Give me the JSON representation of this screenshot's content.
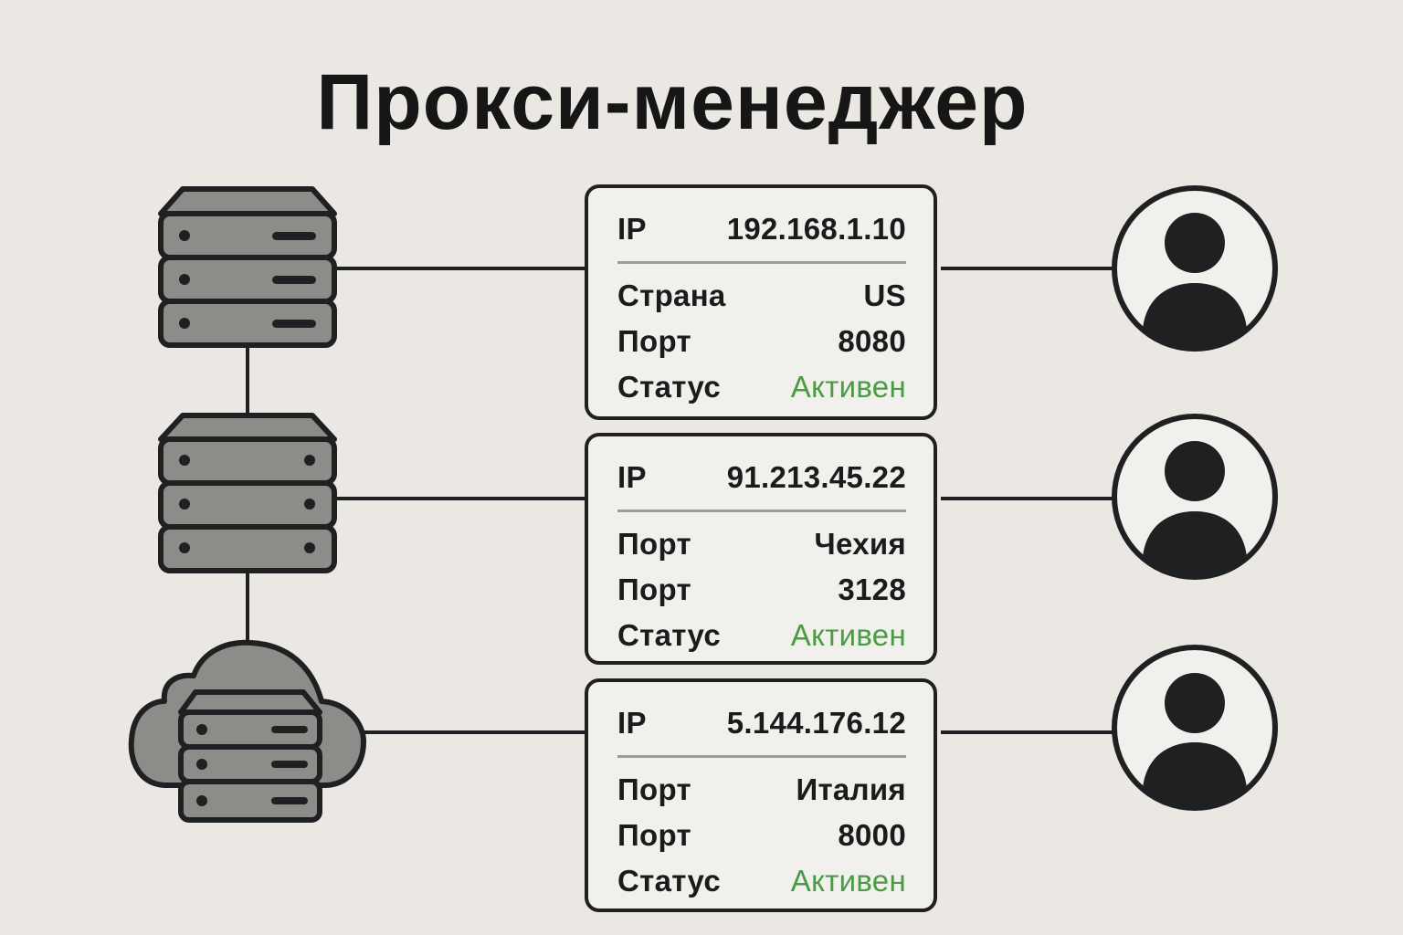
{
  "title": "Прокси-менеджер",
  "colors": {
    "background": "#ebe8e4",
    "card_fill": "#f2f0ec",
    "stroke": "#1f2022",
    "server_fill": "#8d8c88",
    "status_active": "#4b9a45",
    "separator": "#9e9c98"
  },
  "sources": [
    {
      "icon": "server-rack-icon",
      "variant": "server-with-slots"
    },
    {
      "icon": "server-rack-icon",
      "variant": "server-with-dots"
    },
    {
      "icon": "cloud-server-icon",
      "variant": "cloud-server"
    }
  ],
  "proxies": [
    {
      "ip_label": "IP",
      "ip": "192.168.1.10",
      "rows": [
        {
          "label": "Страна",
          "value": "US"
        },
        {
          "label": "Порт",
          "value": "8080"
        }
      ],
      "status_label": "Статус",
      "status": "Активен"
    },
    {
      "ip_label": "IP",
      "ip": "91.213.45.22",
      "rows": [
        {
          "label": "Порт",
          "value": "Чехия"
        },
        {
          "label": "Порт",
          "value": "3128"
        }
      ],
      "status_label": "Статус",
      "status": "Активен"
    },
    {
      "ip_label": "IP",
      "ip": "5.144.176.12",
      "rows": [
        {
          "label": "Порт",
          "value": "Италия"
        },
        {
          "label": "Порт",
          "value": "8000"
        }
      ],
      "status_label": "Статус",
      "status": "Активен"
    }
  ],
  "clients": [
    {
      "icon": "user-avatar-icon"
    },
    {
      "icon": "user-avatar-icon"
    },
    {
      "icon": "user-avatar-icon"
    }
  ]
}
